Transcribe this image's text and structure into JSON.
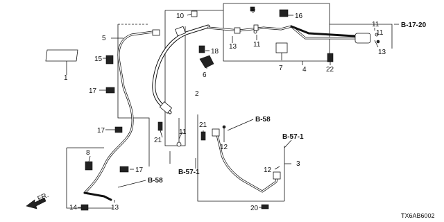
{
  "diagram": {
    "part_labels": [
      "1",
      "2",
      "3",
      "4",
      "5",
      "6",
      "7",
      "8",
      "9",
      "10",
      "11",
      "11",
      "11",
      "11",
      "12",
      "12",
      "13",
      "13",
      "13",
      "14",
      "15",
      "16",
      "17",
      "17",
      "17",
      "18",
      "20",
      "21",
      "21",
      "22"
    ],
    "refs": {
      "b17_20": "B-17-20",
      "b58_a": "B-58",
      "b58_b": "B-58",
      "b571_a": "B-57-1",
      "b571_b": "B-57-1"
    },
    "fr_label": "FR.",
    "diagram_code": "TX6AB6002"
  }
}
